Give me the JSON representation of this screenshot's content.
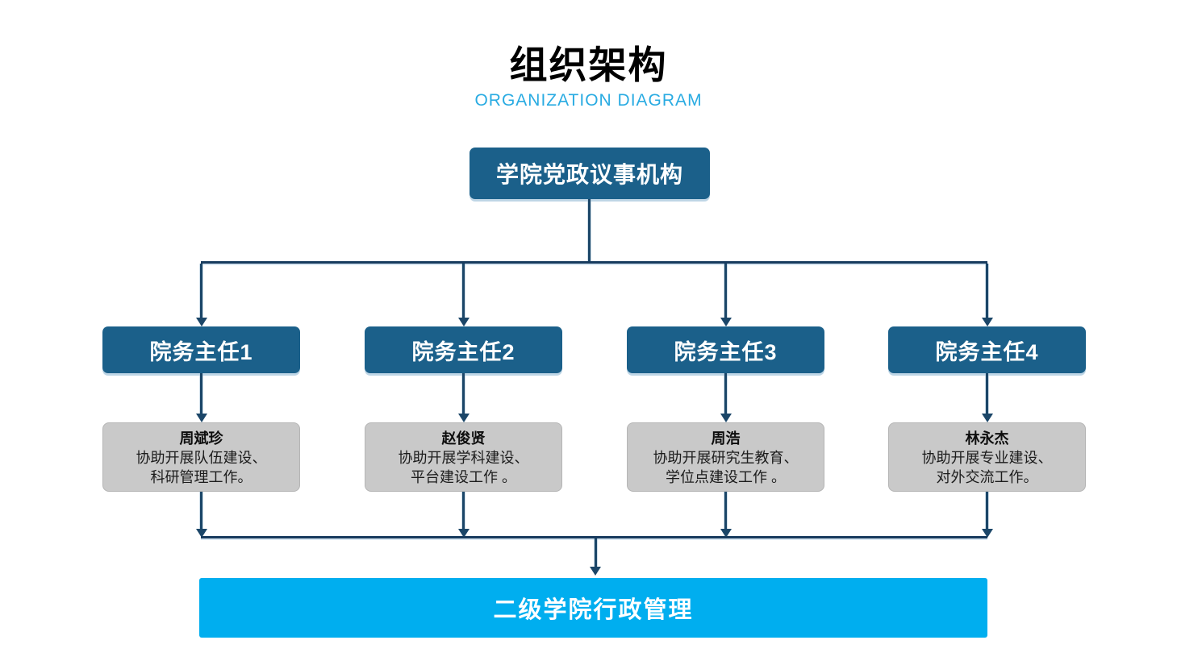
{
  "header": {
    "title": "组织架构",
    "subtitle": "ORGANIZATION DIAGRAM"
  },
  "root_box": {
    "label": "学院党政议事机构"
  },
  "branches": [
    {
      "title": "院务主任1",
      "person": "周斌珍",
      "duties": [
        "协助开展队伍建设、",
        "科研管理工作。"
      ]
    },
    {
      "title": "院务主任2",
      "person": "赵俊贤",
      "duties": [
        "协助开展学科建设、",
        "平台建设工作 。"
      ]
    },
    {
      "title": "院务主任3",
      "person": "周浩",
      "duties": [
        "协助开展研究生教育、",
        "学位点建设工作 。"
      ]
    },
    {
      "title": "院务主任4",
      "person": "林永杰",
      "duties": [
        "协助开展专业建设、",
        "对外交流工作。"
      ]
    }
  ],
  "bottom_bar": {
    "label": "二级学院行政管理"
  },
  "colors": {
    "box_blue": "#1b608a",
    "box_gray": "#c9c9c9",
    "bar_cyan": "#00aeef",
    "connector_navy": "#1b4668",
    "subtitle_cyan": "#29abe2",
    "title_black": "#000000"
  }
}
